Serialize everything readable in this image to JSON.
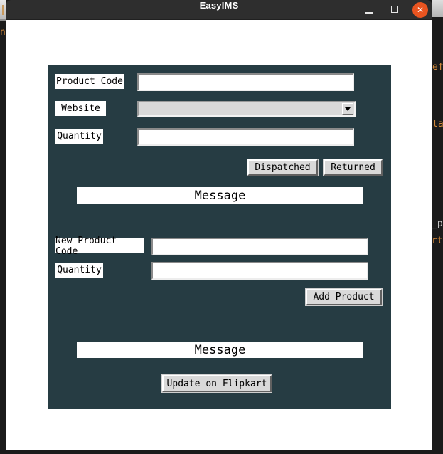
{
  "window": {
    "title": "EasyIMS",
    "icons": {
      "close_glyph": "✕"
    }
  },
  "dispatch_form": {
    "product_code": {
      "label": "Product Code",
      "value": ""
    },
    "website": {
      "label": "Website",
      "value": ""
    },
    "quantity": {
      "label": "Quantity",
      "value": ""
    },
    "buttons": {
      "dispatched": "Dispatched",
      "returned": "Returned"
    },
    "message": "Message"
  },
  "add_form": {
    "new_product_code": {
      "label": "New Product Code",
      "value": ""
    },
    "quantity": {
      "label": "Quantity",
      "value": ""
    },
    "buttons": {
      "add_product": "Add Product",
      "update_flipkart": "Update on Flipkart"
    },
    "message": "Message"
  },
  "background_editor": {
    "fragments": [
      {
        "text": "n",
        "color": "#d2883a"
      },
      {
        "text": "ef",
        "color": "#d2883a"
      },
      {
        "text": "la",
        "color": "#d2883a"
      },
      {
        "text": "_p",
        "color": "#cccccc"
      },
      {
        "text": "rt",
        "color": "#d2883a"
      }
    ]
  },
  "colors": {
    "panel": "#263c43",
    "titlebar": "#2e2e2e",
    "close_button": "#e95420",
    "widget_face": "#d9d9d9",
    "editor_background": "#1b1b1b"
  }
}
